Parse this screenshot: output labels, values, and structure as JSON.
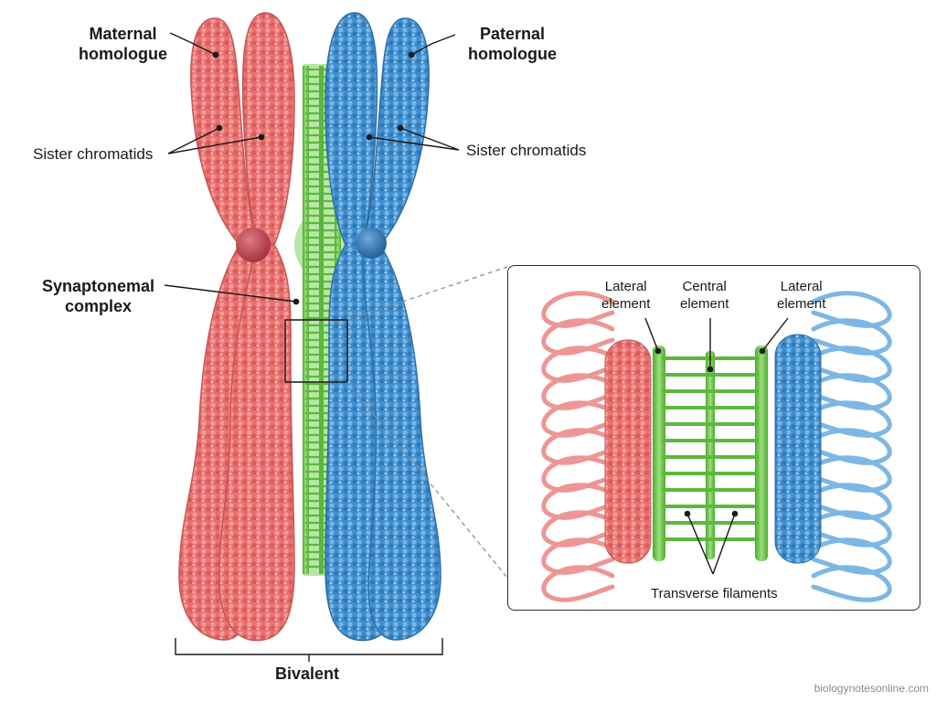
{
  "labels": {
    "maternal_homologue": "Maternal\nhomologue",
    "paternal_homologue": "Paternal\nhomologue",
    "sister_chromatids_left": "Sister chromatids",
    "sister_chromatids_right": "Sister chromatids",
    "synaptonemal_complex": "Synaptonemal\ncomplex",
    "bivalent": "Bivalent",
    "lateral_element_left": "Lateral\nelement",
    "central_element": "Central\nelement",
    "lateral_element_right": "Lateral\nelement",
    "transverse_filaments": "Transverse filaments"
  },
  "watermark": "biologynotesonline.com",
  "colors": {
    "maternal": "#e8706f",
    "paternal": "#3f8fcf",
    "synaptonemal": "#6cc24a",
    "centromere_maternal": "#c2434e",
    "centromere_paternal": "#2a6fae"
  }
}
